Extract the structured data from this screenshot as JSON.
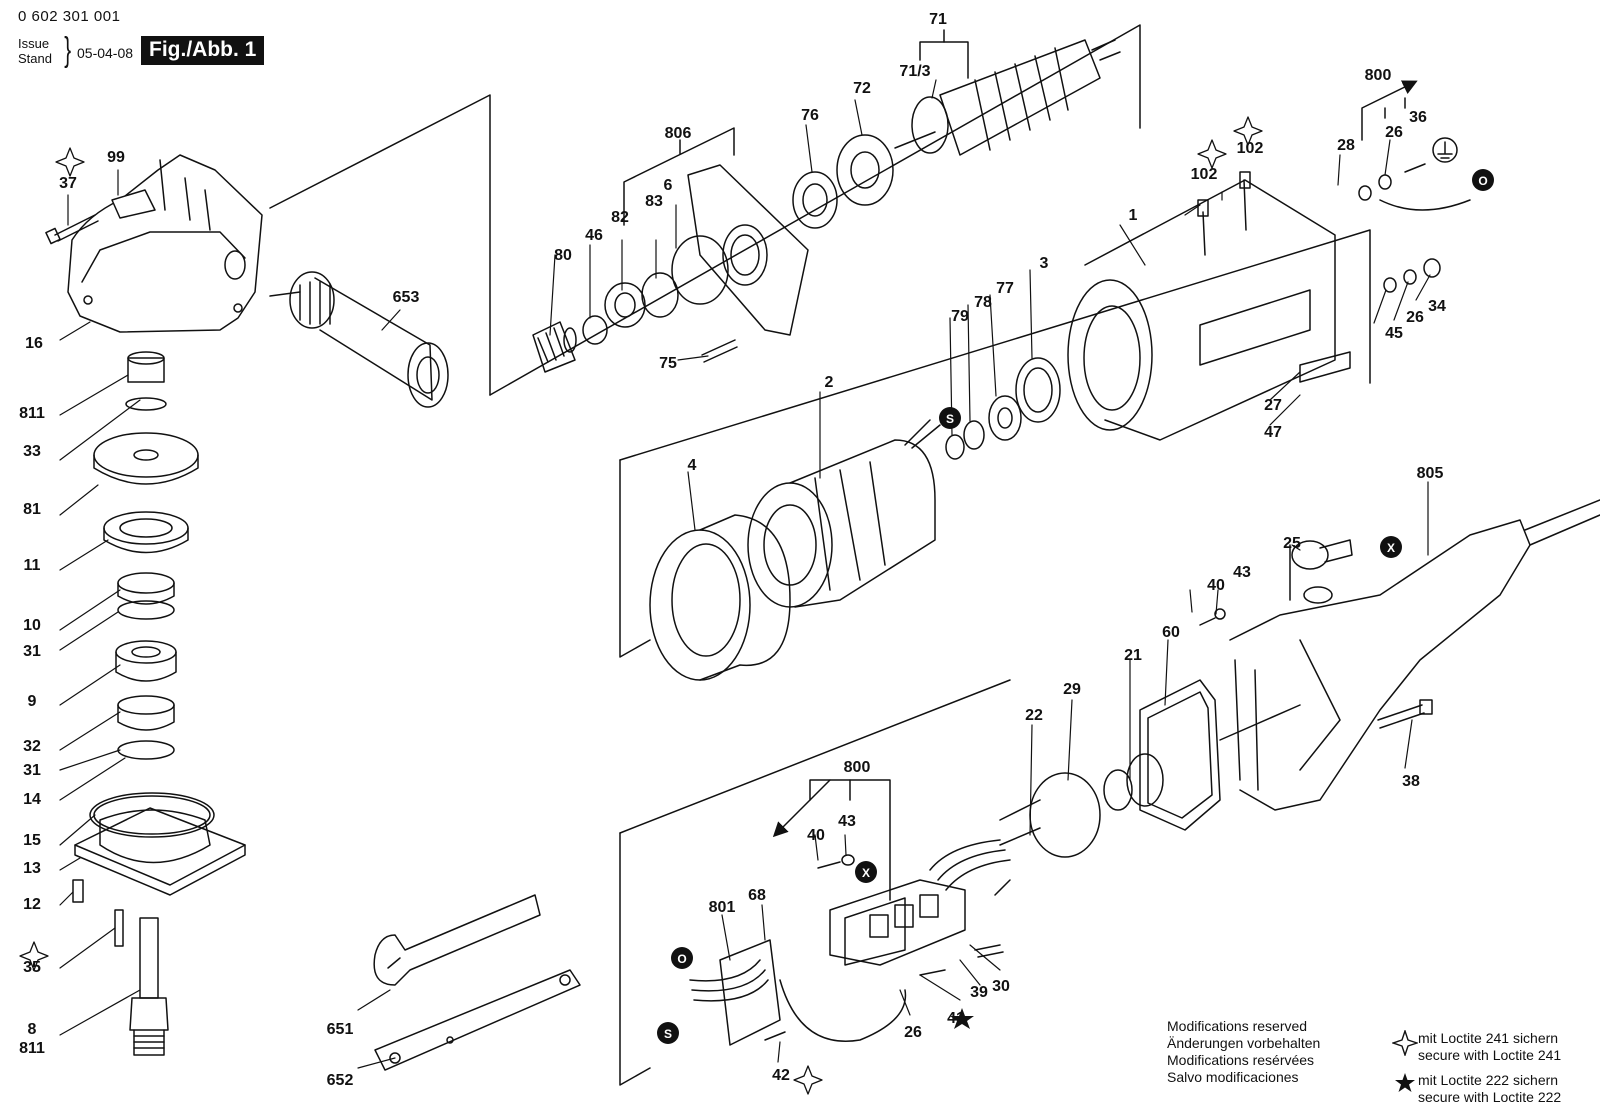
{
  "header": {
    "part_number": "0 602 301 001",
    "issue_line1": "Issue",
    "issue_line2": "Stand",
    "issue_date": "05-04-08",
    "figure_label": "Fig./Abb. 1"
  },
  "footer": {
    "line1": "Modifications reserved",
    "line2": "Änderungen vorbehalten",
    "line3": "Modifications resérvées",
    "line4": "Salvo modificaciones"
  },
  "legend": {
    "loctite241_line1": "mit Loctite 241 sichern",
    "loctite241_line2": "secure with Loctite 241",
    "loctite222_line1": "mit Loctite 222 sichern",
    "loctite222_line2": "secure with Loctite 222",
    "loctite241_icon": "four-point-star-icon",
    "loctite222_icon": "solid-star-icon"
  },
  "callouts": [
    "71",
    "71/3",
    "72",
    "76",
    "806",
    "6",
    "82",
    "83",
    "46",
    "80",
    "75",
    "99",
    "37",
    "16",
    "653",
    "811",
    "33",
    "81",
    "11",
    "10",
    "31",
    "9",
    "32",
    "31",
    "14",
    "15",
    "13",
    "12",
    "35",
    "8",
    "811",
    "800",
    "28",
    "26",
    "36",
    "102",
    "102",
    "1",
    "3",
    "77",
    "78",
    "79",
    "2",
    "4",
    "45",
    "26",
    "34",
    "27",
    "47",
    "805",
    "25",
    "43",
    "40",
    "60",
    "21",
    "29",
    "22",
    "38",
    "800",
    "43",
    "40",
    "68",
    "801",
    "30",
    "39",
    "41",
    "26",
    "42",
    "651",
    "652"
  ],
  "markers": {
    "s_label": "S",
    "o_label": "O",
    "x_label": "X"
  }
}
